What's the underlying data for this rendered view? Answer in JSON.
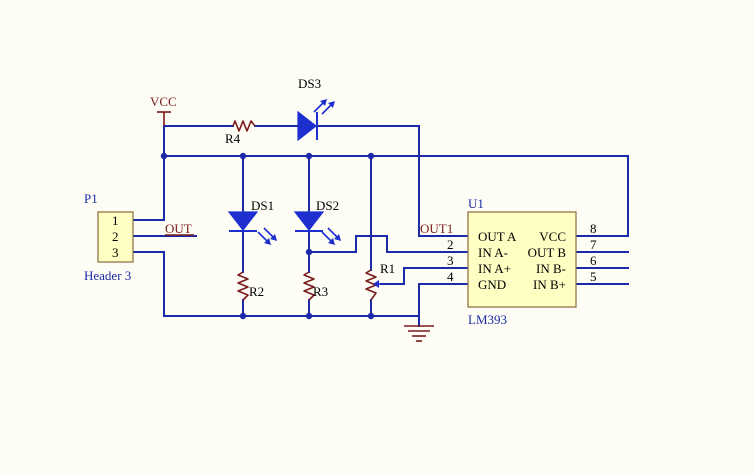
{
  "schematic": {
    "power": {
      "vcc_label": "VCC"
    },
    "header": {
      "designator": "P1",
      "name": "Header 3",
      "pins": [
        "1",
        "2",
        "3"
      ],
      "net_label": "OUT"
    },
    "resistors": {
      "r4": "R4",
      "r2": "R2",
      "r3": "R3",
      "r1": "R1"
    },
    "leds": {
      "ds1": "DS1",
      "ds2": "DS2",
      "ds3": "DS3"
    },
    "chip": {
      "designator": "U1",
      "part": "LM393",
      "left_pins": [
        {
          "num": "",
          "name": "OUT A"
        },
        {
          "num": "2",
          "name": "IN A-"
        },
        {
          "num": "3",
          "name": "IN A+"
        },
        {
          "num": "4",
          "name": "GND"
        }
      ],
      "right_pins": [
        {
          "num": "8",
          "name": "VCC"
        },
        {
          "num": "7",
          "name": "OUT B"
        },
        {
          "num": "6",
          "name": "IN B-"
        },
        {
          "num": "5",
          "name": "IN B+"
        }
      ],
      "out_net_label": "OUT1"
    }
  }
}
